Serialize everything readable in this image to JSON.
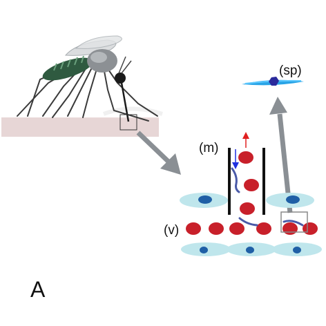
{
  "figure": {
    "panel_letter": "A",
    "labels": {
      "sporozoite": "(sp)",
      "mosquito_channel": "(m)",
      "vessel": "(v)"
    },
    "colors": {
      "red_cell": "#c8202a",
      "endothelial_cell": "#bfe6ec",
      "nucleus": "#1f5fa6",
      "parasite": "#4a5aa8",
      "sporozoite_body": "#2aa4e6",
      "sporozoite_center": "#2a2a9c",
      "arrow_gray": "#8a8f94",
      "arrow_up": "#e02020",
      "arrow_down": "#1f2fe0",
      "skin": "#e9dcdc"
    },
    "icons": {
      "mosquito": "mosquito-icon",
      "zoom_box": "magnifier-box-icon"
    }
  }
}
